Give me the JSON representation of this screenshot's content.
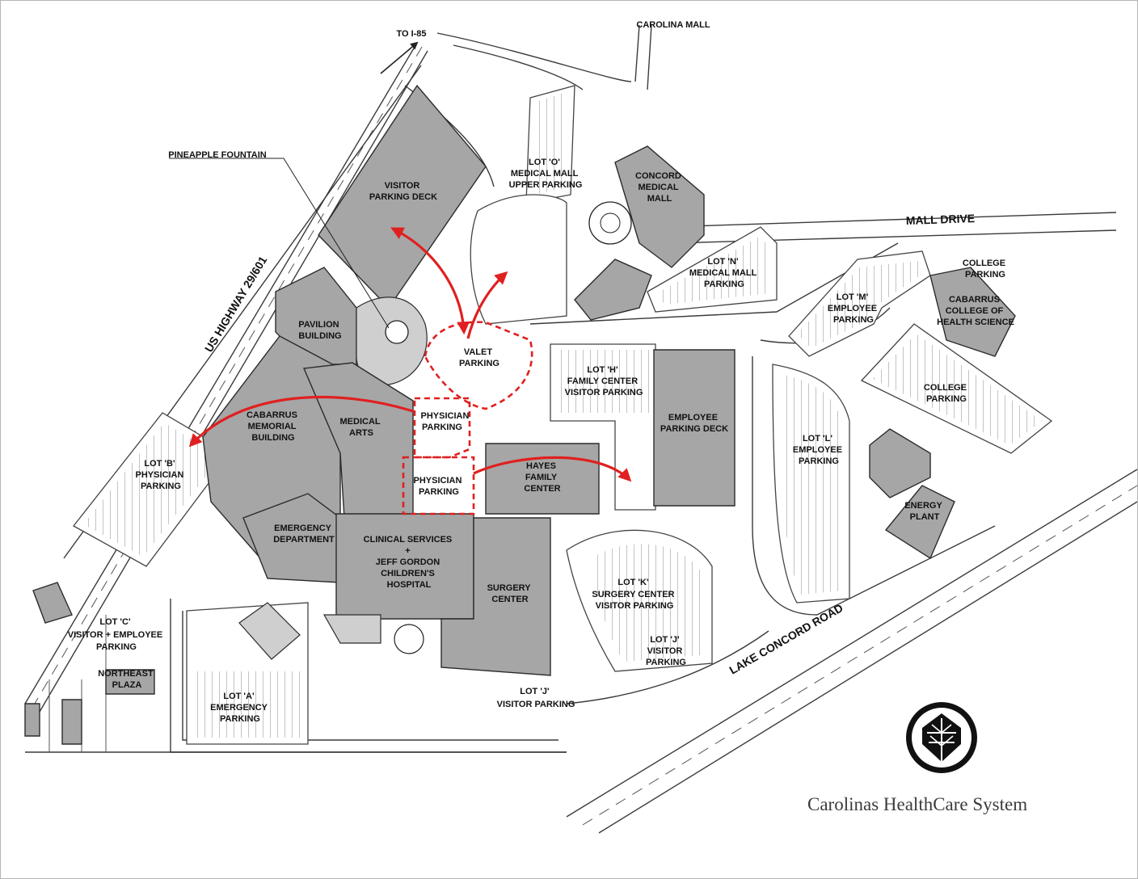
{
  "roads": {
    "to_i85": "TO I-85",
    "highway": "US HIGHWAY 29/601",
    "mall_drive": "MALL DRIVE",
    "lake_concord": "LAKE CONCORD ROAD",
    "carolina_mall": "CAROLINA MALL"
  },
  "landmarks": {
    "pineapple_fountain": "PINEAPPLE FOUNTAIN"
  },
  "buildings": {
    "visitor_deck": [
      "VISITOR",
      "PARKING DECK"
    ],
    "pavilion": [
      "PAVILION",
      "BUILDING"
    ],
    "cabarrus_memorial": [
      "CABARRUS",
      "MEMORIAL",
      "BUILDING"
    ],
    "medical_arts": [
      "MEDICAL",
      "ARTS"
    ],
    "emergency": [
      "EMERGENCY",
      "DEPARTMENT"
    ],
    "clinical": [
      "CLINICAL SERVICES",
      "+",
      "JEFF GORDON",
      "CHILDREN'S",
      "HOSPITAL"
    ],
    "surgery": [
      "SURGERY",
      "CENTER"
    ],
    "hayes": [
      "HAYES",
      "FAMILY",
      "CENTER"
    ],
    "employee_deck": [
      "EMPLOYEE",
      "PARKING DECK"
    ],
    "concord_mall": [
      "CONCORD",
      "MEDICAL",
      "MALL"
    ],
    "cabarrus_college": [
      "CABARRUS",
      "COLLEGE OF",
      "HEALTH SCIENCE"
    ],
    "energy_plant": [
      "ENERGY",
      "PLANT"
    ],
    "northeast_plaza": [
      "NORTHEAST",
      "PLAZA"
    ]
  },
  "lots": {
    "lot_o": [
      "LOT 'O'",
      "MEDICAL MALL",
      "UPPER PARKING"
    ],
    "lot_n": [
      "LOT 'N'",
      "MEDICAL MALL",
      "PARKING"
    ],
    "lot_m": [
      "LOT 'M'",
      "EMPLOYEE",
      "PARKING"
    ],
    "college_parking_top": [
      "COLLEGE",
      "PARKING"
    ],
    "college_parking": [
      "COLLEGE",
      "PARKING"
    ],
    "lot_h": [
      "LOT 'H'",
      "FAMILY CENTER",
      "VISITOR PARKING"
    ],
    "lot_l": [
      "LOT 'L'",
      "EMPLOYEE",
      "PARKING"
    ],
    "lot_b": [
      "LOT 'B'",
      "PHYSICIAN",
      "PARKING"
    ],
    "lot_c": [
      "LOT 'C'",
      "VISITOR + EMPLOYEE",
      "PARKING"
    ],
    "lot_a": [
      "LOT 'A'",
      "EMERGENCY",
      "PARKING"
    ],
    "lot_k": [
      "LOT 'K'",
      "SURGERY CENTER",
      "VISITOR PARKING"
    ],
    "lot_j_right": [
      "LOT 'J'",
      "VISITOR",
      "PARKING"
    ],
    "lot_j_bottom": [
      "LOT 'J'",
      "VISITOR PARKING"
    ],
    "valet": [
      "VALET",
      "PARKING"
    ],
    "physician_upper": [
      "PHYSICIAN",
      "PARKING"
    ],
    "physician_lower": [
      "PHYSICIAN",
      "PARKING"
    ]
  },
  "brand": {
    "name": "Carolinas HealthCare System"
  },
  "colors": {
    "route": "#e02020",
    "building": "#a6a6a6",
    "line": "#3a3a3a"
  }
}
